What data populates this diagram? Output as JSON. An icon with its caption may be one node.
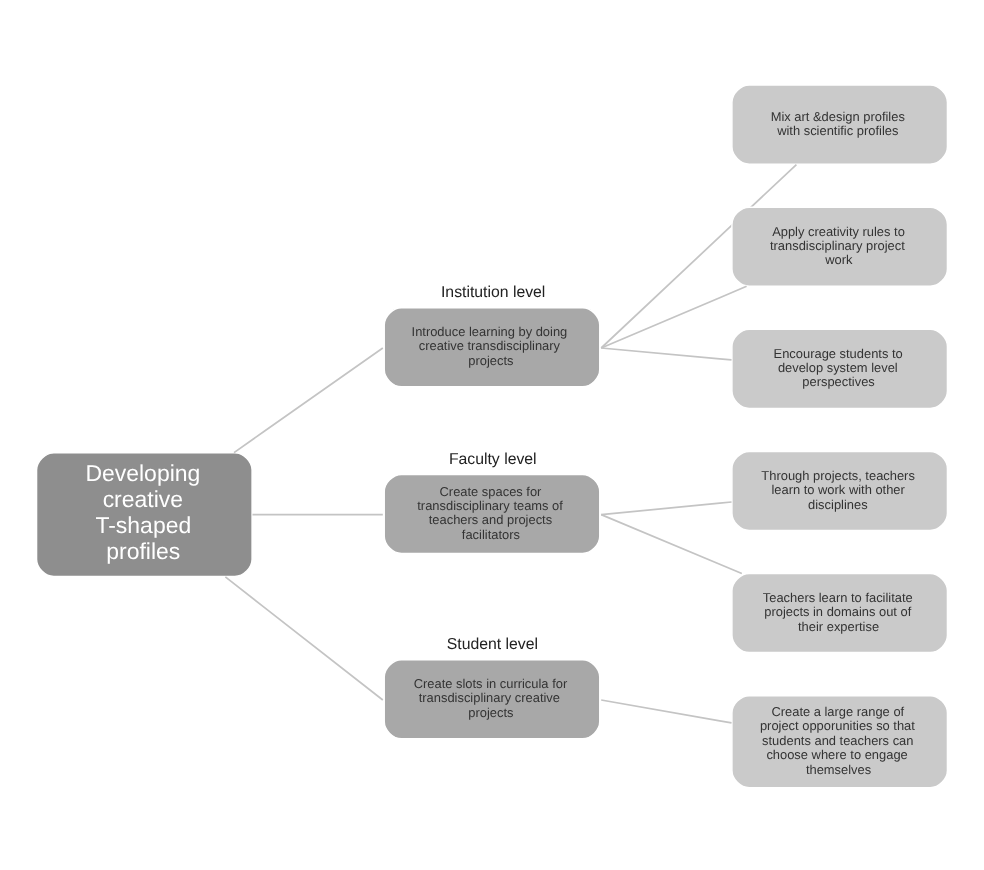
{
  "diagram": {
    "nodes": [
      {
        "text": [
          "Developing creative T-shaped profiles"
        ]
      },
      {
        "text": [
          "Institution level",
          "Introduce learning by doing creative transdisciplinary projects"
        ]
      },
      {
        "text": [
          "Mix art &design profiles with scientific profiles"
        ]
      },
      {
        "text": [
          "Apply creativity rules to transdisciplinary project work"
        ]
      },
      {
        "text": [
          "Encourage students to develop system level perspectives"
        ]
      },
      {
        "text": [
          "Faculty level",
          "Create spaces for transdisciplinary teams of teachers and projects facilitators"
        ]
      },
      {
        "text": [
          "Through projects, teachers learn to work with other disciplines"
        ]
      },
      {
        "text": [
          "Teachers learn to facilitate projects in domains out of their expertise"
        ]
      },
      {
        "text": [
          "Student level",
          "Create slots in curricula for transdisciplinary creative projects"
        ]
      },
      {
        "text": [
          "Create a large range of project opporunities so that students and teachers can choose where to engage themselves"
        ]
      }
    ],
    "edges": [
      {
        "from": 0,
        "to": 1,
        "arrow": "none"
      },
      {
        "from": 0,
        "to": 5,
        "arrow": "none"
      },
      {
        "from": 0,
        "to": 8,
        "arrow": "none"
      },
      {
        "from": 1,
        "to": 2,
        "arrow": "none"
      },
      {
        "from": 1,
        "to": 3,
        "arrow": "none"
      },
      {
        "from": 1,
        "to": 4,
        "arrow": "none"
      },
      {
        "from": 5,
        "to": 6,
        "arrow": "none"
      },
      {
        "from": 5,
        "to": 7,
        "arrow": "none"
      },
      {
        "from": 8,
        "to": 9,
        "arrow": "none"
      }
    ]
  }
}
